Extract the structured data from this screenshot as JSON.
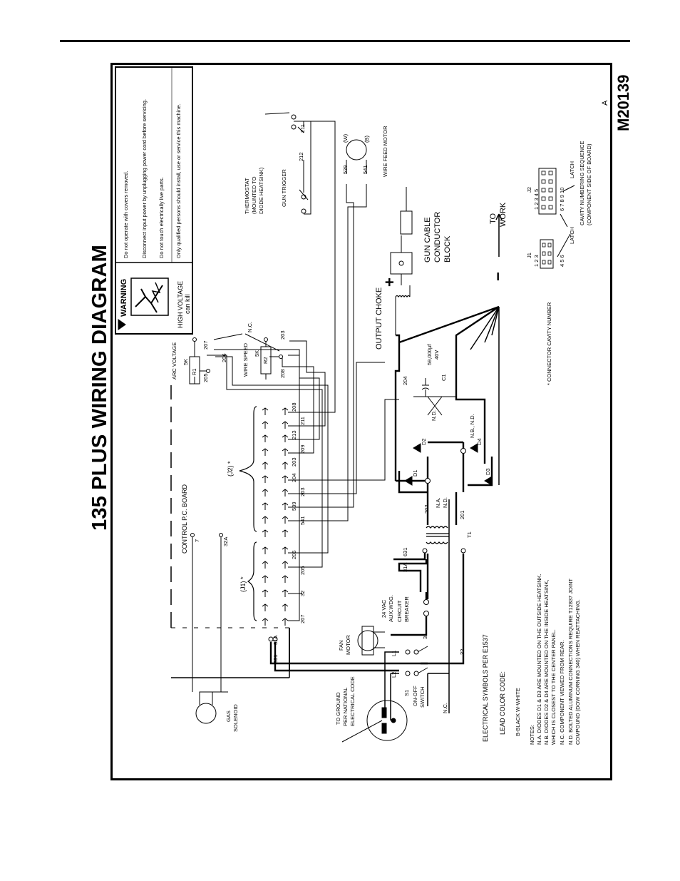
{
  "header": {
    "title": "135 PLUS WIRING DIAGRAM",
    "doc_number": "M20139",
    "revision": "A"
  },
  "warning": {
    "heading": "WARNING",
    "hazard_line1": "HIGH VOLTAGE",
    "hazard_line2": "can kill",
    "bullets": [
      "Do not operate with covers removed.",
      "Disconnect input power by unplugging power cord before servicing.",
      "Do not touch electrically live parts.",
      "Only qualified persons should install, use or service this machine."
    ]
  },
  "components": {
    "control_board": "CONTROL P.C. BOARD",
    "j1": "(J1) *",
    "j2": "(J2) *",
    "arc_voltage": "ARC VOLTAGE",
    "wire_speed": "WIRE SPEED",
    "r1": "R1",
    "r2": "R2",
    "pot_value": "5K",
    "nc": "N.C.",
    "thermostat": [
      "THERMOSTAT",
      "(MOUNTED TO",
      "DIODE HEATSINK)"
    ],
    "gun_trigger": "GUN TRIGGER",
    "wire_feed_motor": "WIRE FEED MOTOR",
    "motor_w": "(W)",
    "motor_b": "(B)",
    "output_choke": "OUTPUT CHOKE",
    "gun_cable": [
      "GUN CABLE",
      "CONDUCTOR",
      "BLOCK"
    ],
    "to_work": [
      "TO",
      "WORK"
    ],
    "capacitor": [
      "C1",
      "59,000µf",
      "40V"
    ],
    "gas_solenoid": [
      "GAS",
      "SOLENOID"
    ],
    "fan_motor": [
      "FAN",
      "MOTOR"
    ],
    "aux_winding": [
      "24 VAC",
      "AUX.WDG."
    ],
    "breaker": [
      "CIRCUIT",
      "BREAKER"
    ],
    "switch": [
      "S1",
      "ON-OFF",
      "SWITCH"
    ],
    "ground": [
      "TO GROUND",
      "PER NATIONAL",
      "ELECTRICAL CODE"
    ],
    "transformer": "T1",
    "diodes": [
      "D1",
      "D2",
      "D3",
      "D4"
    ],
    "lines": [
      "L1",
      "L2"
    ],
    "na_nd": [
      "N.A.",
      "N.D."
    ],
    "nb_nd": "N.B., N.D.",
    "nd": "N.D.",
    "plus": "+",
    "minus": "−"
  },
  "wires": {
    "j2_top": [
      "208",
      "211",
      "213",
      "209",
      "203",
      "204",
      "203",
      "539",
      "541"
    ],
    "j1_top": [
      "206",
      "205",
      "32",
      "207"
    ],
    "misc": [
      "531",
      "31A",
      "7",
      "32A",
      "212",
      "211",
      "539",
      "541",
      "206",
      "205",
      "207",
      "203",
      "208",
      "204",
      "202",
      "201",
      "31",
      "32",
      "631",
      "31A"
    ]
  },
  "connector_info": {
    "cavity_note": "* CONNECTOR CAVITY NUMBER",
    "j1_label": "J1",
    "j2_label": "J2",
    "j1_top_row": "1  2  3",
    "j1_bottom_row": "4  5  6",
    "j2_top_row": "1  2  3  4  5",
    "j2_bottom_row": "6  7  8  9  10",
    "latch1": "LATCH",
    "latch2": "LATCH",
    "sequence": [
      "CAVITY NUMBERING SEQUENCE",
      "(COMPONENT SIDE OF BOARD)"
    ]
  },
  "legend": {
    "symbols": "ELECTRICAL SYMBOLS PER E1537",
    "lead_color_code": "LEAD COLOR CODE:",
    "colors": "B-BLACK   W-WHITE"
  },
  "notes": {
    "heading": "NOTES:",
    "items": [
      "N.A.  DIODES D1 & D3 ARE MOUNTED ON THE OUTSIDE HEATSINK.",
      "N.B.  DIODES D2 & D4 ARE MOUNTED ON THE INSIDE HEATSINK,",
      "        WHICH IS CLOSEST TO THE CENTER PANEL.",
      "N.C.  COMPONENT VIEWED FROM REAR.",
      "N.D.  BOLTED ALUMINUM CONNECTIONS REQUIRE T12837 JOINT",
      "        COMPOUND (DOW CORNING 340) WHEN REATTACHING."
    ]
  }
}
